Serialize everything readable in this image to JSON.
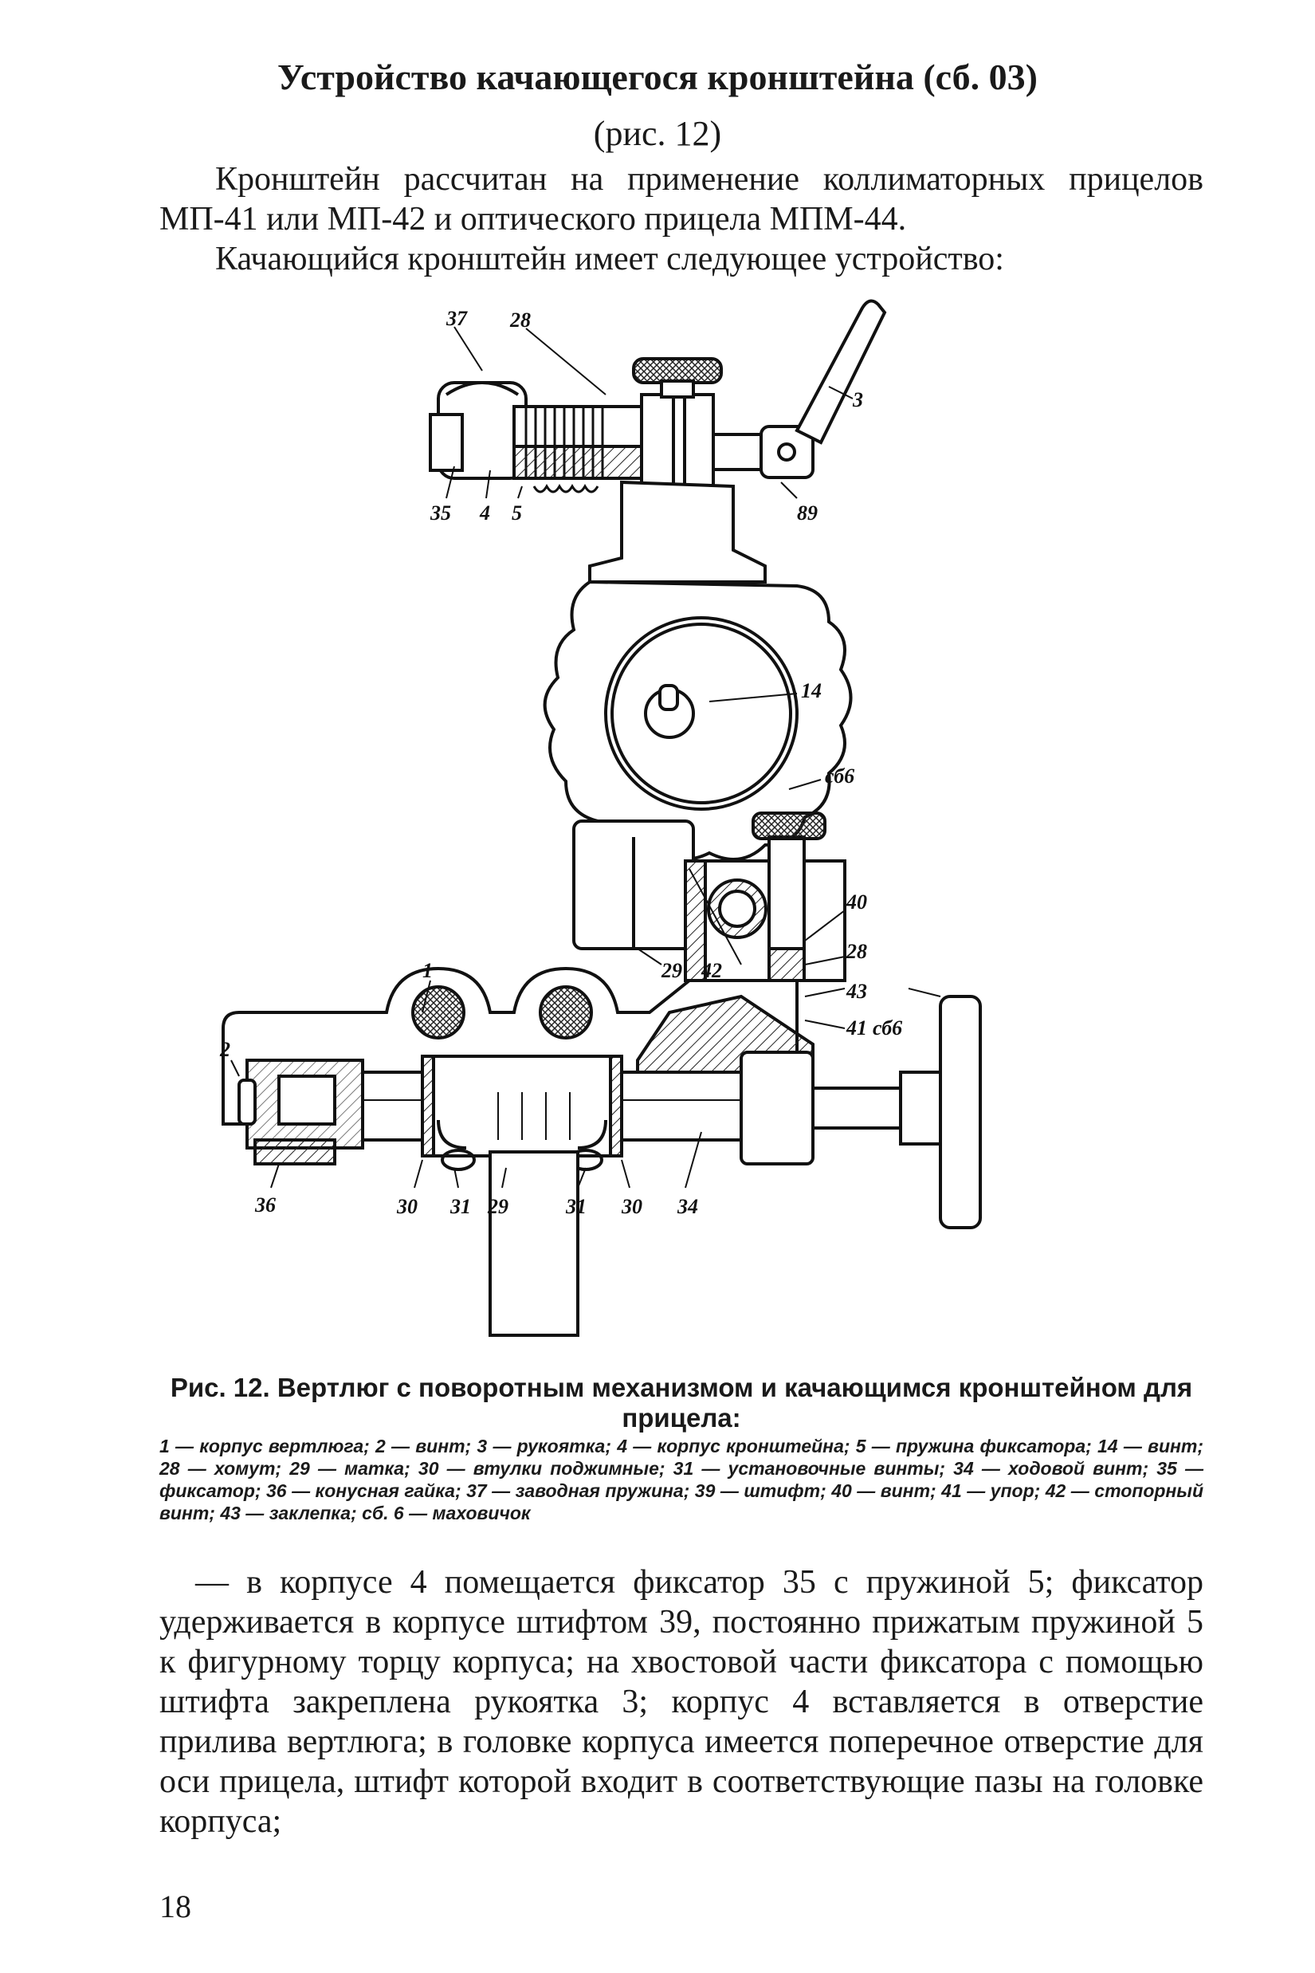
{
  "title": "Устройство качающегося кронштейна (сб. 03)",
  "subtitle": "(рис. 12)",
  "intro_para_1": "Кронштейн рассчитан на применение коллиматорных прицелов МП-41 или МП-42 и оптического прицела МПМ-44.",
  "intro_para_2": "Качающийся кронштейн имеет следующее устройство:",
  "figure": {
    "labels_top": {
      "l37": "37",
      "l28": "28",
      "l3": "3",
      "l89": "89",
      "l35": "35",
      "l4": "4",
      "l5": "5",
      "l14": "14",
      "lsb6": "сб6",
      "l29": "29",
      "l42": "42"
    },
    "labels_bottom": {
      "l40": "40",
      "l28": "28",
      "l43": "43",
      "l41": "41",
      "lsb6": "сб6",
      "l1": "1",
      "l2": "2",
      "l36": "36",
      "l30a": "30",
      "l31a": "31",
      "l29": "29",
      "l31b": "31",
      "l30b": "30",
      "l34": "34"
    }
  },
  "caption": {
    "title": "Рис. 12. Вертлюг с поворотным механизмом и качающимся кронштейном для прицела:",
    "legend": "1 — корпус вертлюга; 2 — винт; 3 — рукоятка; 4 — корпус кронштейна; 5 — пружина фиксатора; 14 — винт; 28 — хомут; 29 — матка; 30 — втулки поджимные; 31 — установочные винты; 34 — ходовой винт; 35 — фиксатор; 36 — конусная гайка; 37 — заводная пружина; 39 — штифт; 40 — винт; 41 — упор; 42 — стопорный винт; 43 — заклепка; сб. 6 — маховичок"
  },
  "body_text": "— в корпусе 4 помещается фиксатор 35 с пружиной 5; фиксатор удерживается в корпусе штифтом 39, постоянно прижатым пружиной 5 к фигурному торцу корпуса; на хвостовой части фиксатора с помощью штифта закреплена рукоятка 3; корпус 4 вставляется в отверстие прилива вертлюга; в головке корпуса имеется поперечное отверстие для оси прицела, штифт которой входит в соответствующие пазы на головке корпуса;",
  "page_number": "18"
}
